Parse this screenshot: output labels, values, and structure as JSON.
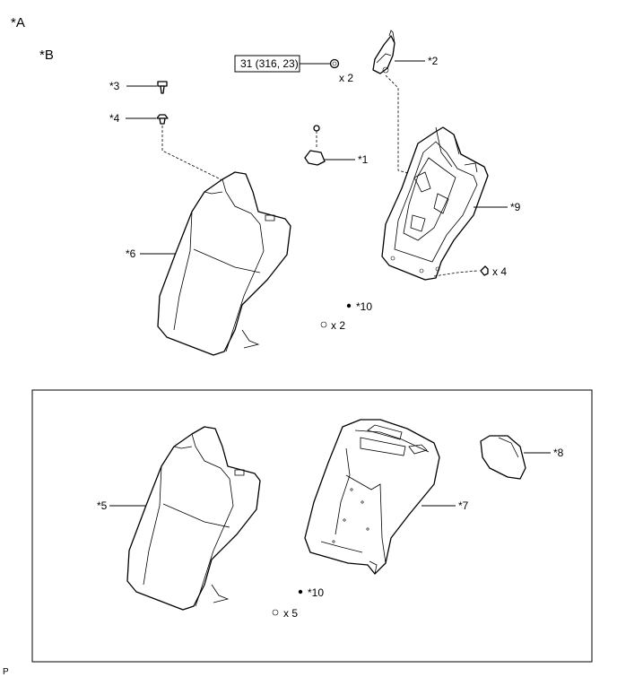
{
  "view_labels": {
    "a": "*A",
    "b": "*B"
  },
  "callouts": {
    "c1": "*1",
    "c2": "*2",
    "c3": "*3",
    "c4": "*4",
    "c5": "*5",
    "c6": "*6",
    "c7": "*7",
    "c8": "*8",
    "c9": "*9",
    "c10_top": "*10",
    "c10_bottom": "*10"
  },
  "torque_spec": "31 (316, 23)",
  "quantities": {
    "nut": "x 2",
    "frame_bolts": "x 4",
    "clips_top": "x 2",
    "clips_bottom": "x 5"
  },
  "corner_mark": "P"
}
